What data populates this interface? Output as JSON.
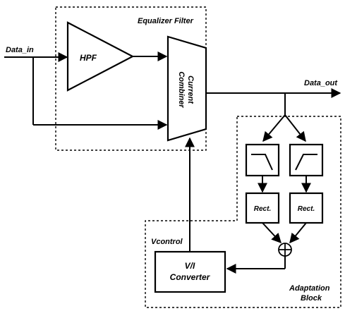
{
  "labels": {
    "equalizer_title": "Equalizer Filter",
    "data_in": "Data_in",
    "data_out": "Data_out",
    "hpf": "HPF",
    "combiner_line1": "Current",
    "combiner_line2": "Combiner",
    "vcontrol": "Vcontrol",
    "vi_line1": "V/I",
    "vi_line2": "Converter",
    "rect_left": "Rect.",
    "rect_right": "Rect.",
    "adaptation_line1": "Adaptation",
    "adaptation_line2": "Block"
  }
}
